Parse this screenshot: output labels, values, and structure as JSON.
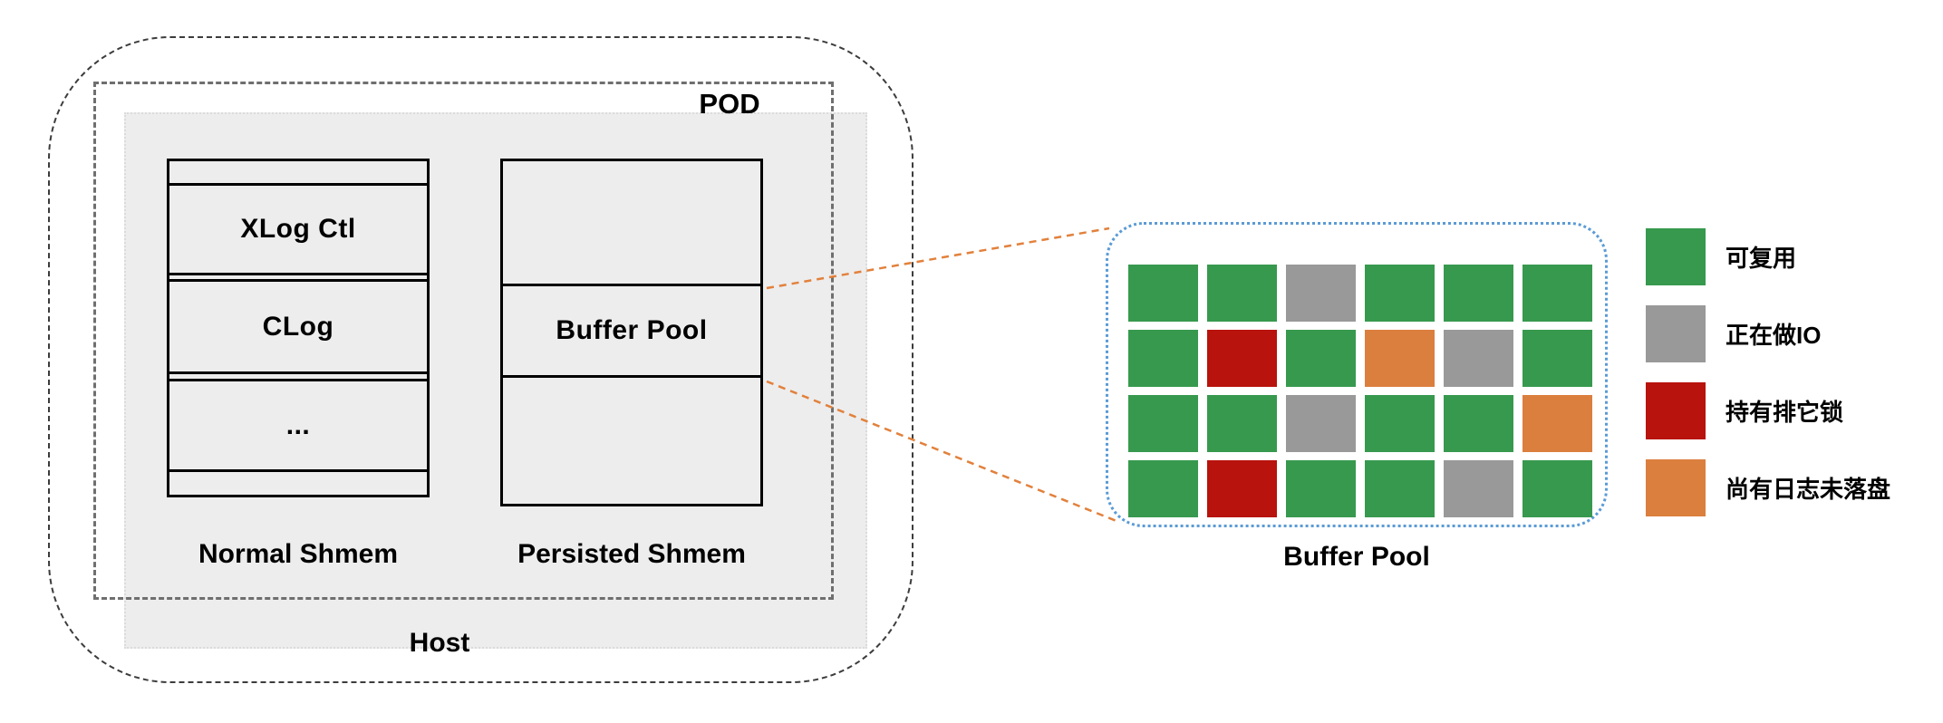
{
  "diagram_title": "Shared memory / Buffer Pool diagram",
  "host": {
    "label": "Host"
  },
  "pod": {
    "label": "POD"
  },
  "normal_shmem": {
    "label": "Normal Shmem",
    "sections": [
      "",
      "XLog Ctl",
      "",
      "CLog",
      "",
      "...",
      ""
    ]
  },
  "persisted_shmem": {
    "label": "Persisted Shmem",
    "sections": [
      "",
      "Buffer Pool",
      ""
    ]
  },
  "buffer_pool": {
    "label": "Buffer Pool",
    "grid_rows": [
      [
        "green",
        "green",
        "gray",
        "green",
        "green",
        "green"
      ],
      [
        "green",
        "red",
        "green",
        "orange",
        "gray",
        "green"
      ],
      [
        "green",
        "green",
        "gray",
        "green",
        "green",
        "orange"
      ],
      [
        "green",
        "red",
        "green",
        "green",
        "gray",
        "green"
      ]
    ]
  },
  "legend": {
    "items": [
      {
        "key": "green",
        "label": "可复用"
      },
      {
        "key": "gray",
        "label": "正在做IO"
      },
      {
        "key": "red",
        "label": "持有排它锁"
      },
      {
        "key": "orange",
        "label": "尚有日志未落盘"
      }
    ]
  },
  "colors": {
    "green": "#37994E",
    "gray": "#999999",
    "red": "#B8130C",
    "orange": "#DB7F3E",
    "blue_dash": "#5B9BD5",
    "connector": "#E2813C",
    "box_bg": "#EDEDED",
    "host_dash": "#3C3C3C",
    "pod_dash": "#6F6F6F",
    "gray_rect_border": "#DBDBDB"
  }
}
